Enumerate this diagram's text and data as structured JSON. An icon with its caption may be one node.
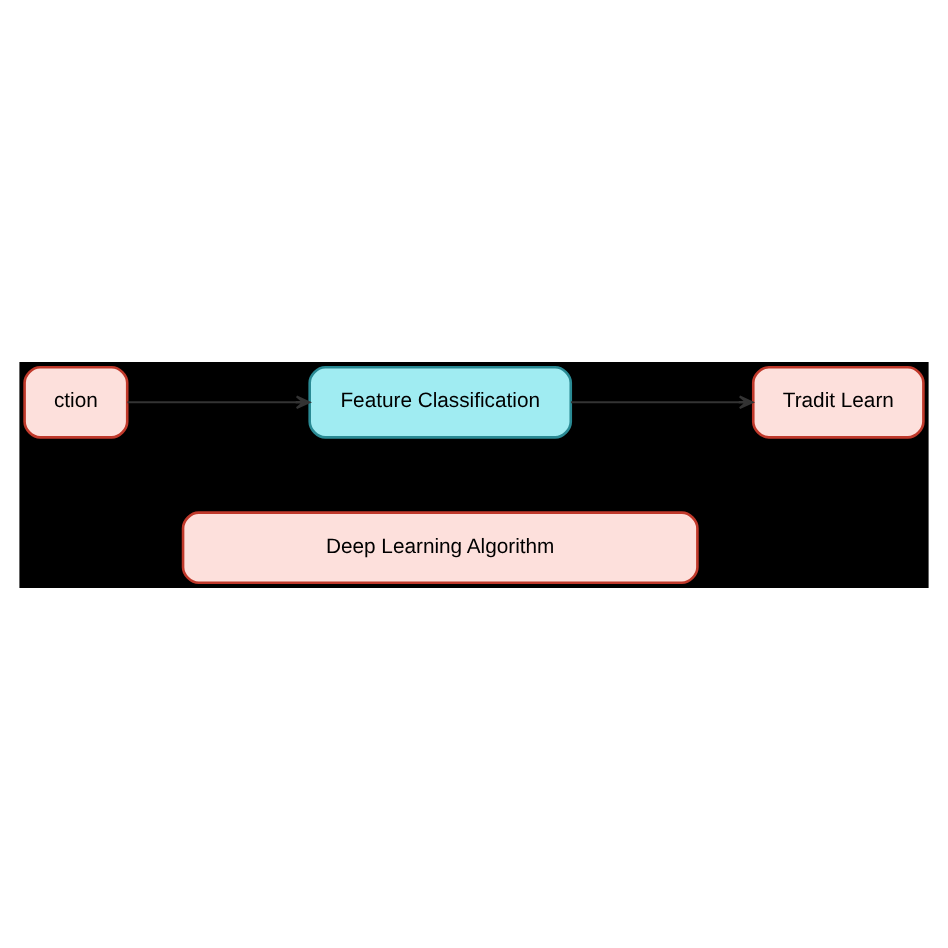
{
  "diagram": {
    "nodes": [
      {
        "text": [
          "ction"
        ]
      },
      {
        "text": [
          "Feature Classification"
        ]
      },
      {
        "text": [
          "Tradit Learn"
        ]
      },
      {
        "text": [
          "Deep Learning Algorithm"
        ]
      }
    ],
    "edges": [
      {
        "from": 0,
        "to": 1,
        "arrow": "to"
      },
      {
        "from": 1,
        "to": 2,
        "arrow": "to"
      }
    ]
  }
}
